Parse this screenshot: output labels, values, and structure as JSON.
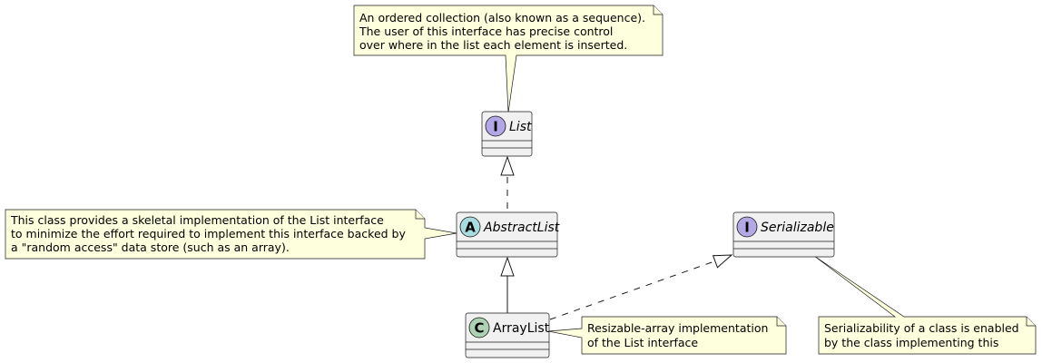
{
  "colors": {
    "class_fill": "#F1F1F1",
    "class_border": "#181818",
    "note_fill": "#FEFFDD",
    "note_border": "#181818",
    "interface_badge": "#B4A7E5",
    "abstract_badge": "#A9DCDF",
    "class_badge": "#ADD1B2"
  },
  "classes": {
    "list": {
      "badge": "I",
      "name": "List",
      "kind": "interface"
    },
    "abstract_list": {
      "badge": "A",
      "name": "AbstractList",
      "kind": "abstract"
    },
    "array_list": {
      "badge": "C",
      "name": "ArrayList",
      "kind": "class"
    },
    "serializable": {
      "badge": "I",
      "name": "Serializable",
      "kind": "interface"
    }
  },
  "notes": {
    "list_note": [
      "An ordered collection (also known as a sequence).",
      "The user of this interface has precise control",
      "over where in the list each element is inserted."
    ],
    "abstract_note": [
      "This class provides a skeletal implementation of the List interface",
      "to minimize the effort required to implement this interface backed by",
      "a \"random access\" data store (such as an array)."
    ],
    "arraylist_note": [
      "Resizable-array implementation",
      " of the List interface"
    ],
    "serializable_note": [
      "Serializability of a class is enabled",
      " by the class implementing this"
    ]
  }
}
